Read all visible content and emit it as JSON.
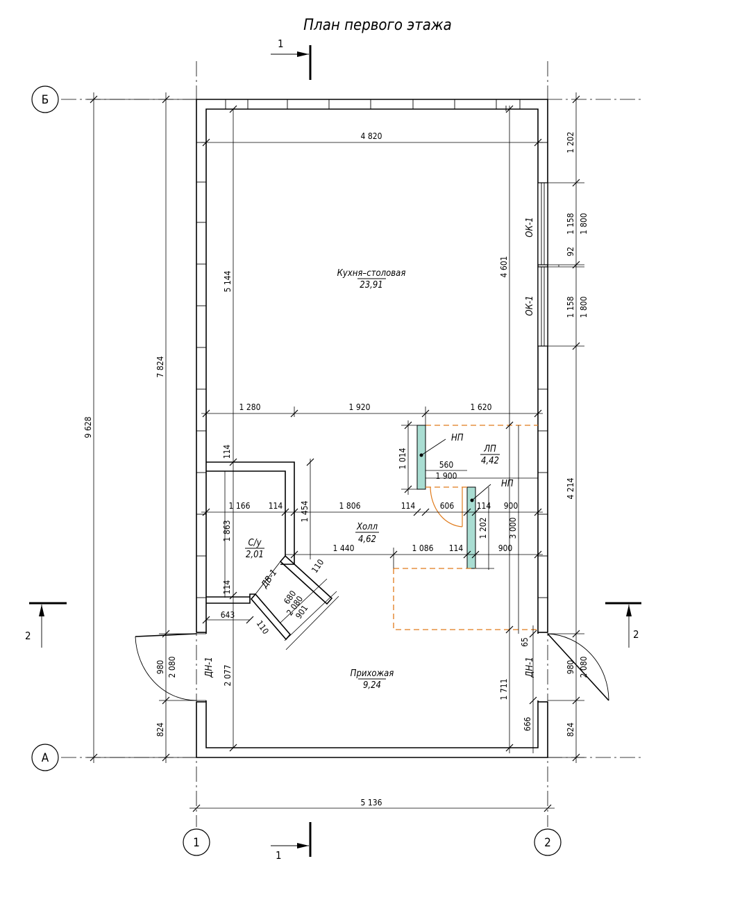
{
  "title": "План первого этажа",
  "axes": {
    "A": "А",
    "B": "Б",
    "one": "1",
    "two": "2"
  },
  "sections": {
    "s1": "1",
    "s2": "2"
  },
  "rooms": {
    "kitchen": {
      "name": "Кухня–столовая",
      "area": "23,91"
    },
    "hall": {
      "name": "Холл",
      "area": "4,62"
    },
    "bath": {
      "name": "С/у",
      "area": "2,01"
    },
    "entry": {
      "name": "Прихожая",
      "area": "9,24"
    },
    "stair": {
      "name": "ЛП",
      "area": "4,42"
    }
  },
  "marks": {
    "np": "НП",
    "ok": "ОК-1",
    "dn": "ДН-1",
    "dv": "ДВ-1"
  },
  "dims": {
    "total_height": "9 628",
    "left_7824": "7 824",
    "left_980": "980",
    "left_2080": "2 080",
    "left_824": "824",
    "bottom_5136": "5 136",
    "top_4820": "4 820",
    "kitchen_5144": "5 144",
    "kitchen_4601": "4 601",
    "r_1202": "1 202",
    "r_1158a": "1 158",
    "r_1800a": "1 800",
    "r_92": "92",
    "r_1158b": "1 158",
    "r_1800b": "1 800",
    "r_4214": "4 214",
    "r_65": "65",
    "r_980": "980",
    "r_2080": "2 080",
    "r_824": "824",
    "mid_1280": "1 280",
    "mid_1920": "1 920",
    "mid_1620": "1 620",
    "d_114a": "114",
    "d_1014": "1 014",
    "d_560": "560",
    "d_1900": "1 900",
    "d_1166": "1 166",
    "d_114b": "114",
    "d_1806": "1 806",
    "d_114c": "114",
    "d_606": "606",
    "d_114d": "114",
    "d_900a": "900",
    "d_1454": "1 454",
    "d_1863": "1 863",
    "d_1202b": "1 202",
    "d_3000": "3 000",
    "d_1440": "1 440",
    "d_1086": "1 086",
    "d_114e": "114",
    "d_900b": "900",
    "d_110a": "110",
    "d_114f": "114",
    "d_680": "680",
    "d_2080c": "2 080",
    "d_901": "901",
    "d_643": "643",
    "d_110b": "110",
    "d_2077": "2 077",
    "d_1711": "1 711",
    "d_666": "666"
  }
}
